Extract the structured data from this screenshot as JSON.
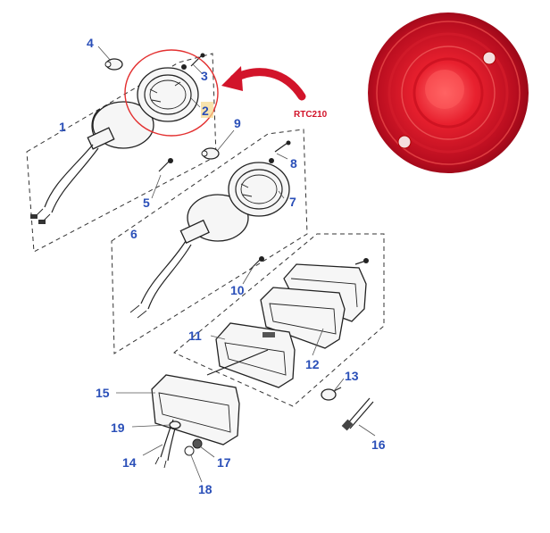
{
  "diagram": {
    "callout": "RTC210",
    "numbers": {
      "n1": "1",
      "n2": "2",
      "n3": "3",
      "n4": "4",
      "n5": "5",
      "n6": "6",
      "n7": "7",
      "n8": "8",
      "n9": "9",
      "n10": "10",
      "n11": "11",
      "n12": "12",
      "n13": "13",
      "n14": "14",
      "n15": "15",
      "n16": "16",
      "n17": "17",
      "n18": "18",
      "n19": "19"
    }
  },
  "colors": {
    "label": "#2a4fb8",
    "callout": "#d2142a",
    "lens_red": "#c8102e",
    "highlight": "#e33030"
  }
}
